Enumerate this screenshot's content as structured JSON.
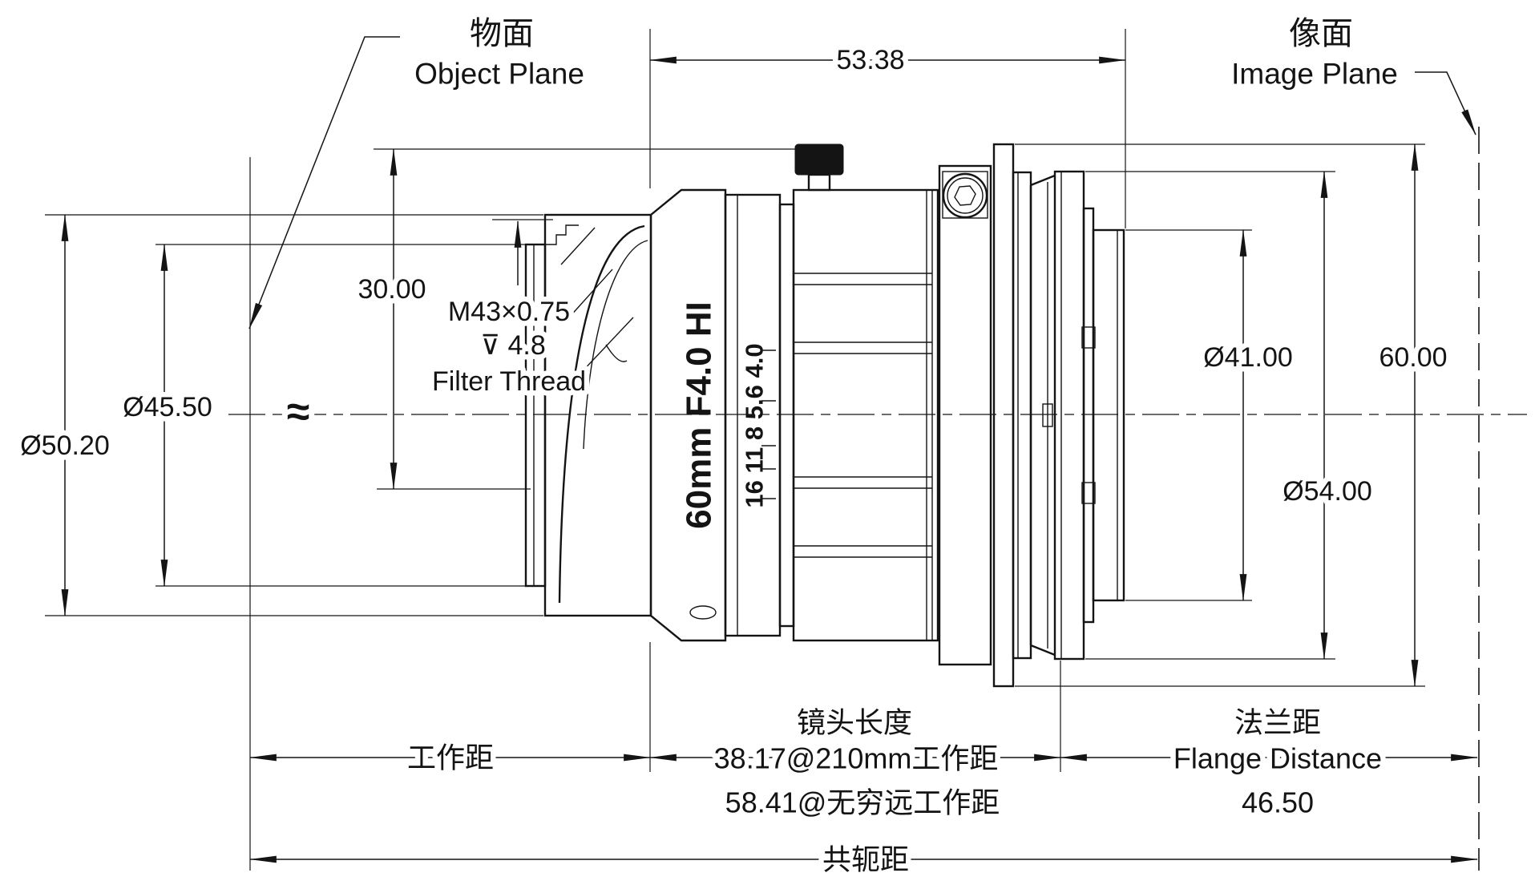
{
  "drawing": {
    "object_plane": {
      "zh": "物面",
      "en": "Object Plane"
    },
    "image_plane": {
      "zh": "像面",
      "en": "Image Plane"
    },
    "dims": {
      "top_length": "53.38",
      "front_od": "Ø50.20",
      "filter_od": "Ø45.50",
      "filter_height": "30.00",
      "rear_od": "Ø41.00",
      "mount_od": "Ø54.00",
      "flange_od": "60.00",
      "working_distance": "工作距",
      "lens_length_title": "镜头长度",
      "lens_length_near": "38.17@210mm工作距",
      "lens_length_inf": "58.41@无穷远工作距",
      "flange_title": "法兰距",
      "flange_en": "Flange Distance",
      "flange_value": "46.50",
      "conjugate": "共轭距"
    },
    "notes": {
      "thread_spec": "M43×0.75",
      "thread_depth": "⊽ 4.8",
      "thread_label": "Filter Thread",
      "break_symbol": "≈"
    },
    "markings": {
      "model": "60mm F4.0 HI",
      "aperture_scale": "16 11 8  5.6  4.0"
    }
  }
}
